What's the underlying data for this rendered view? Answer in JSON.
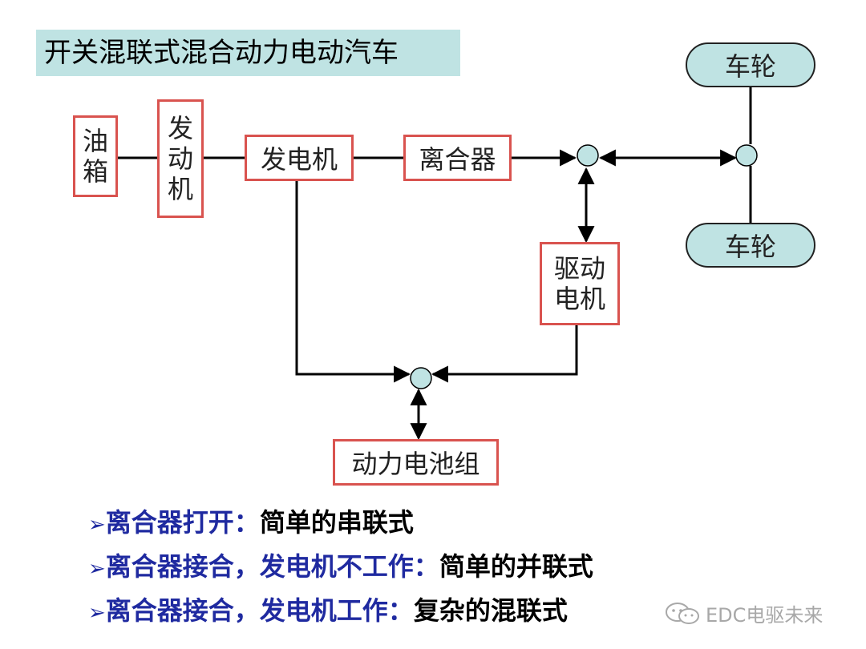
{
  "title": "开关混联式混合动力电动汽车",
  "blocks": {
    "fuel_tank": [
      "油",
      "箱"
    ],
    "engine": [
      "发",
      "动",
      "机"
    ],
    "generator": "发电机",
    "clutch": "离合器",
    "drive_motor": [
      "驱动",
      "电机"
    ],
    "battery": "动力电池组",
    "wheel_top": "车轮",
    "wheel_bottom": "车轮"
  },
  "notes": [
    {
      "bullet": "➢",
      "condition": "离合器打开：",
      "result": "简单的串联式"
    },
    {
      "bullet": "➢",
      "condition": "离合器接合，发电机不工作：",
      "result": "简单的并联式"
    },
    {
      "bullet": "➢",
      "condition": "离合器接合，发电机工作：",
      "result": "复杂的混联式"
    }
  ],
  "watermark": "EDC电驱未来",
  "colors": {
    "block_border": "#d9534f",
    "title_bg": "#bfe3e3",
    "wheel_bg": "#bfe3e3",
    "condition_text": "#1f2aa0"
  }
}
